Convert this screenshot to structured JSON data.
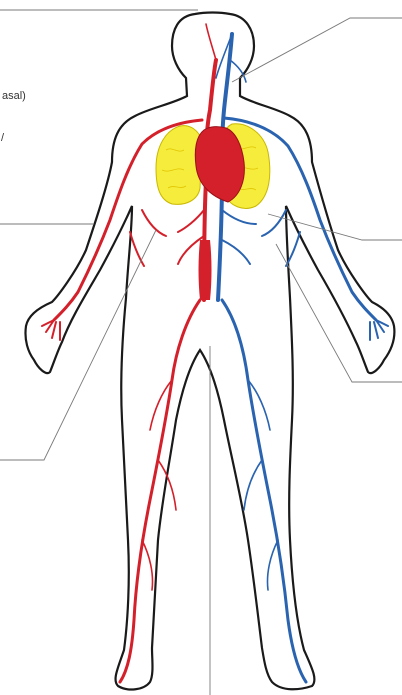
{
  "diagram": {
    "fragments": {
      "asal": "asal)",
      "slash": "/"
    },
    "colors": {
      "arteries": "#d4202a",
      "veins": "#2a63b0",
      "lungs": "#f6ec3b",
      "outline": "#1a1a1a",
      "leader_lines": "#7a7a7a",
      "background": "#ffffff"
    },
    "structures": [
      "body-outline",
      "heart",
      "lungs",
      "arteries",
      "veins",
      "leader-lines"
    ]
  }
}
